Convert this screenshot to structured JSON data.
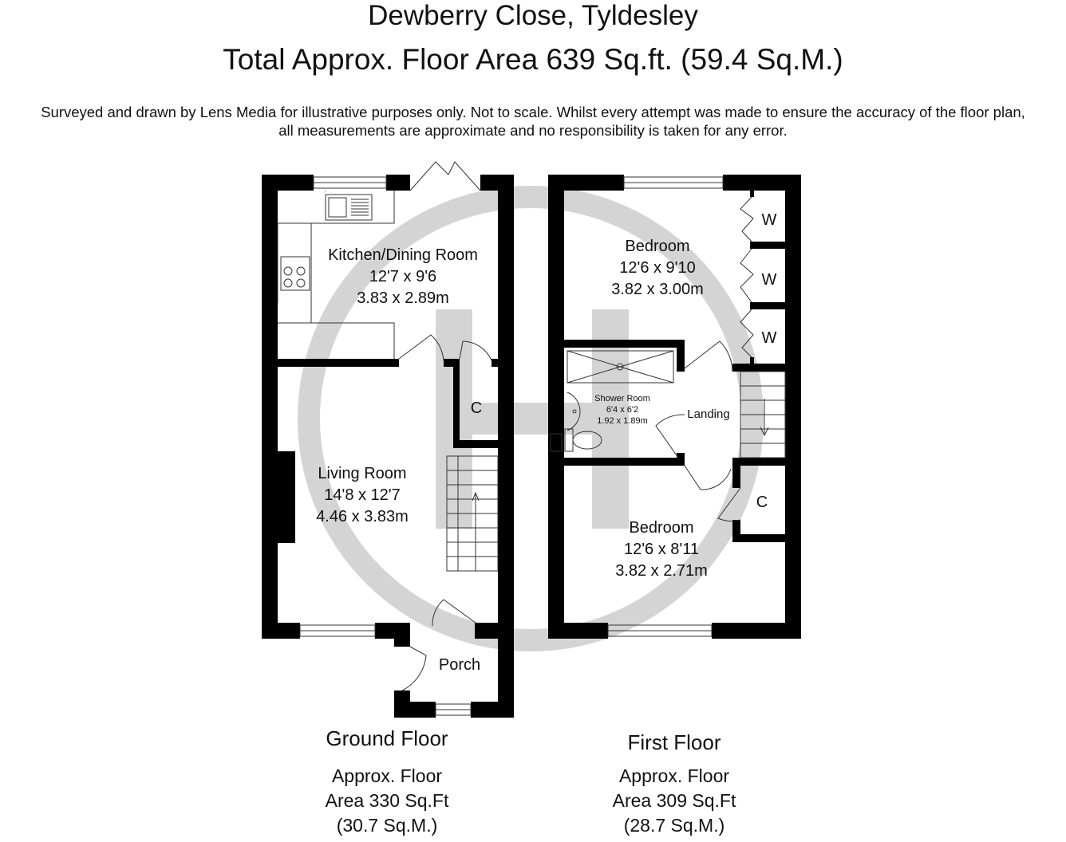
{
  "header": {
    "title": "Dewberry Close, Tyldesley",
    "total_area": "Total Approx. Floor Area 639 Sq.ft. (59.4 Sq.M.)",
    "disclaimer_line1": "Surveyed and drawn by Lens Media for illustrative purposes only. Not to scale. Whilst every attempt was made to ensure the accuracy of the floor plan,",
    "disclaimer_line2": "all measurements are approximate and no responsibility is taken for any error."
  },
  "ground_floor": {
    "name": "Ground Floor",
    "area_line1": "Approx. Floor",
    "area_line2": "Area 330 Sq.Ft",
    "area_line3": "(30.7 Sq.M.)",
    "rooms": {
      "kitchen": {
        "name": "Kitchen/Dining Room",
        "imperial": "12'7 x 9'6",
        "metric": "3.83 x 2.89m"
      },
      "living": {
        "name": "Living Room",
        "imperial": "14'8 x 12'7",
        "metric": "4.46 x 3.83m"
      },
      "cupboard": {
        "name": "C"
      },
      "porch": {
        "name": "Porch"
      }
    }
  },
  "first_floor": {
    "name": "First Floor",
    "area_line1": "Approx. Floor",
    "area_line2": "Area 309 Sq.Ft",
    "area_line3": "(28.7 Sq.M.)",
    "rooms": {
      "bedroom1": {
        "name": "Bedroom",
        "imperial": "12'6 x 9'10",
        "metric": "3.82 x 3.00m"
      },
      "shower": {
        "name": "Shower Room",
        "imperial": "6'4 x 6'2",
        "metric": "1.92 x 1.89m"
      },
      "landing": {
        "name": "Landing"
      },
      "bedroom2": {
        "name": "Bedroom",
        "imperial": "12'6 x 8'11",
        "metric": "3.82 x 2.71m"
      },
      "cupboard": {
        "name": "C"
      },
      "wardrobes": [
        "W",
        "W",
        "W"
      ]
    }
  },
  "colors": {
    "wall": "#000000",
    "watermark": "#d4d4d4",
    "fixture": "#555555"
  }
}
